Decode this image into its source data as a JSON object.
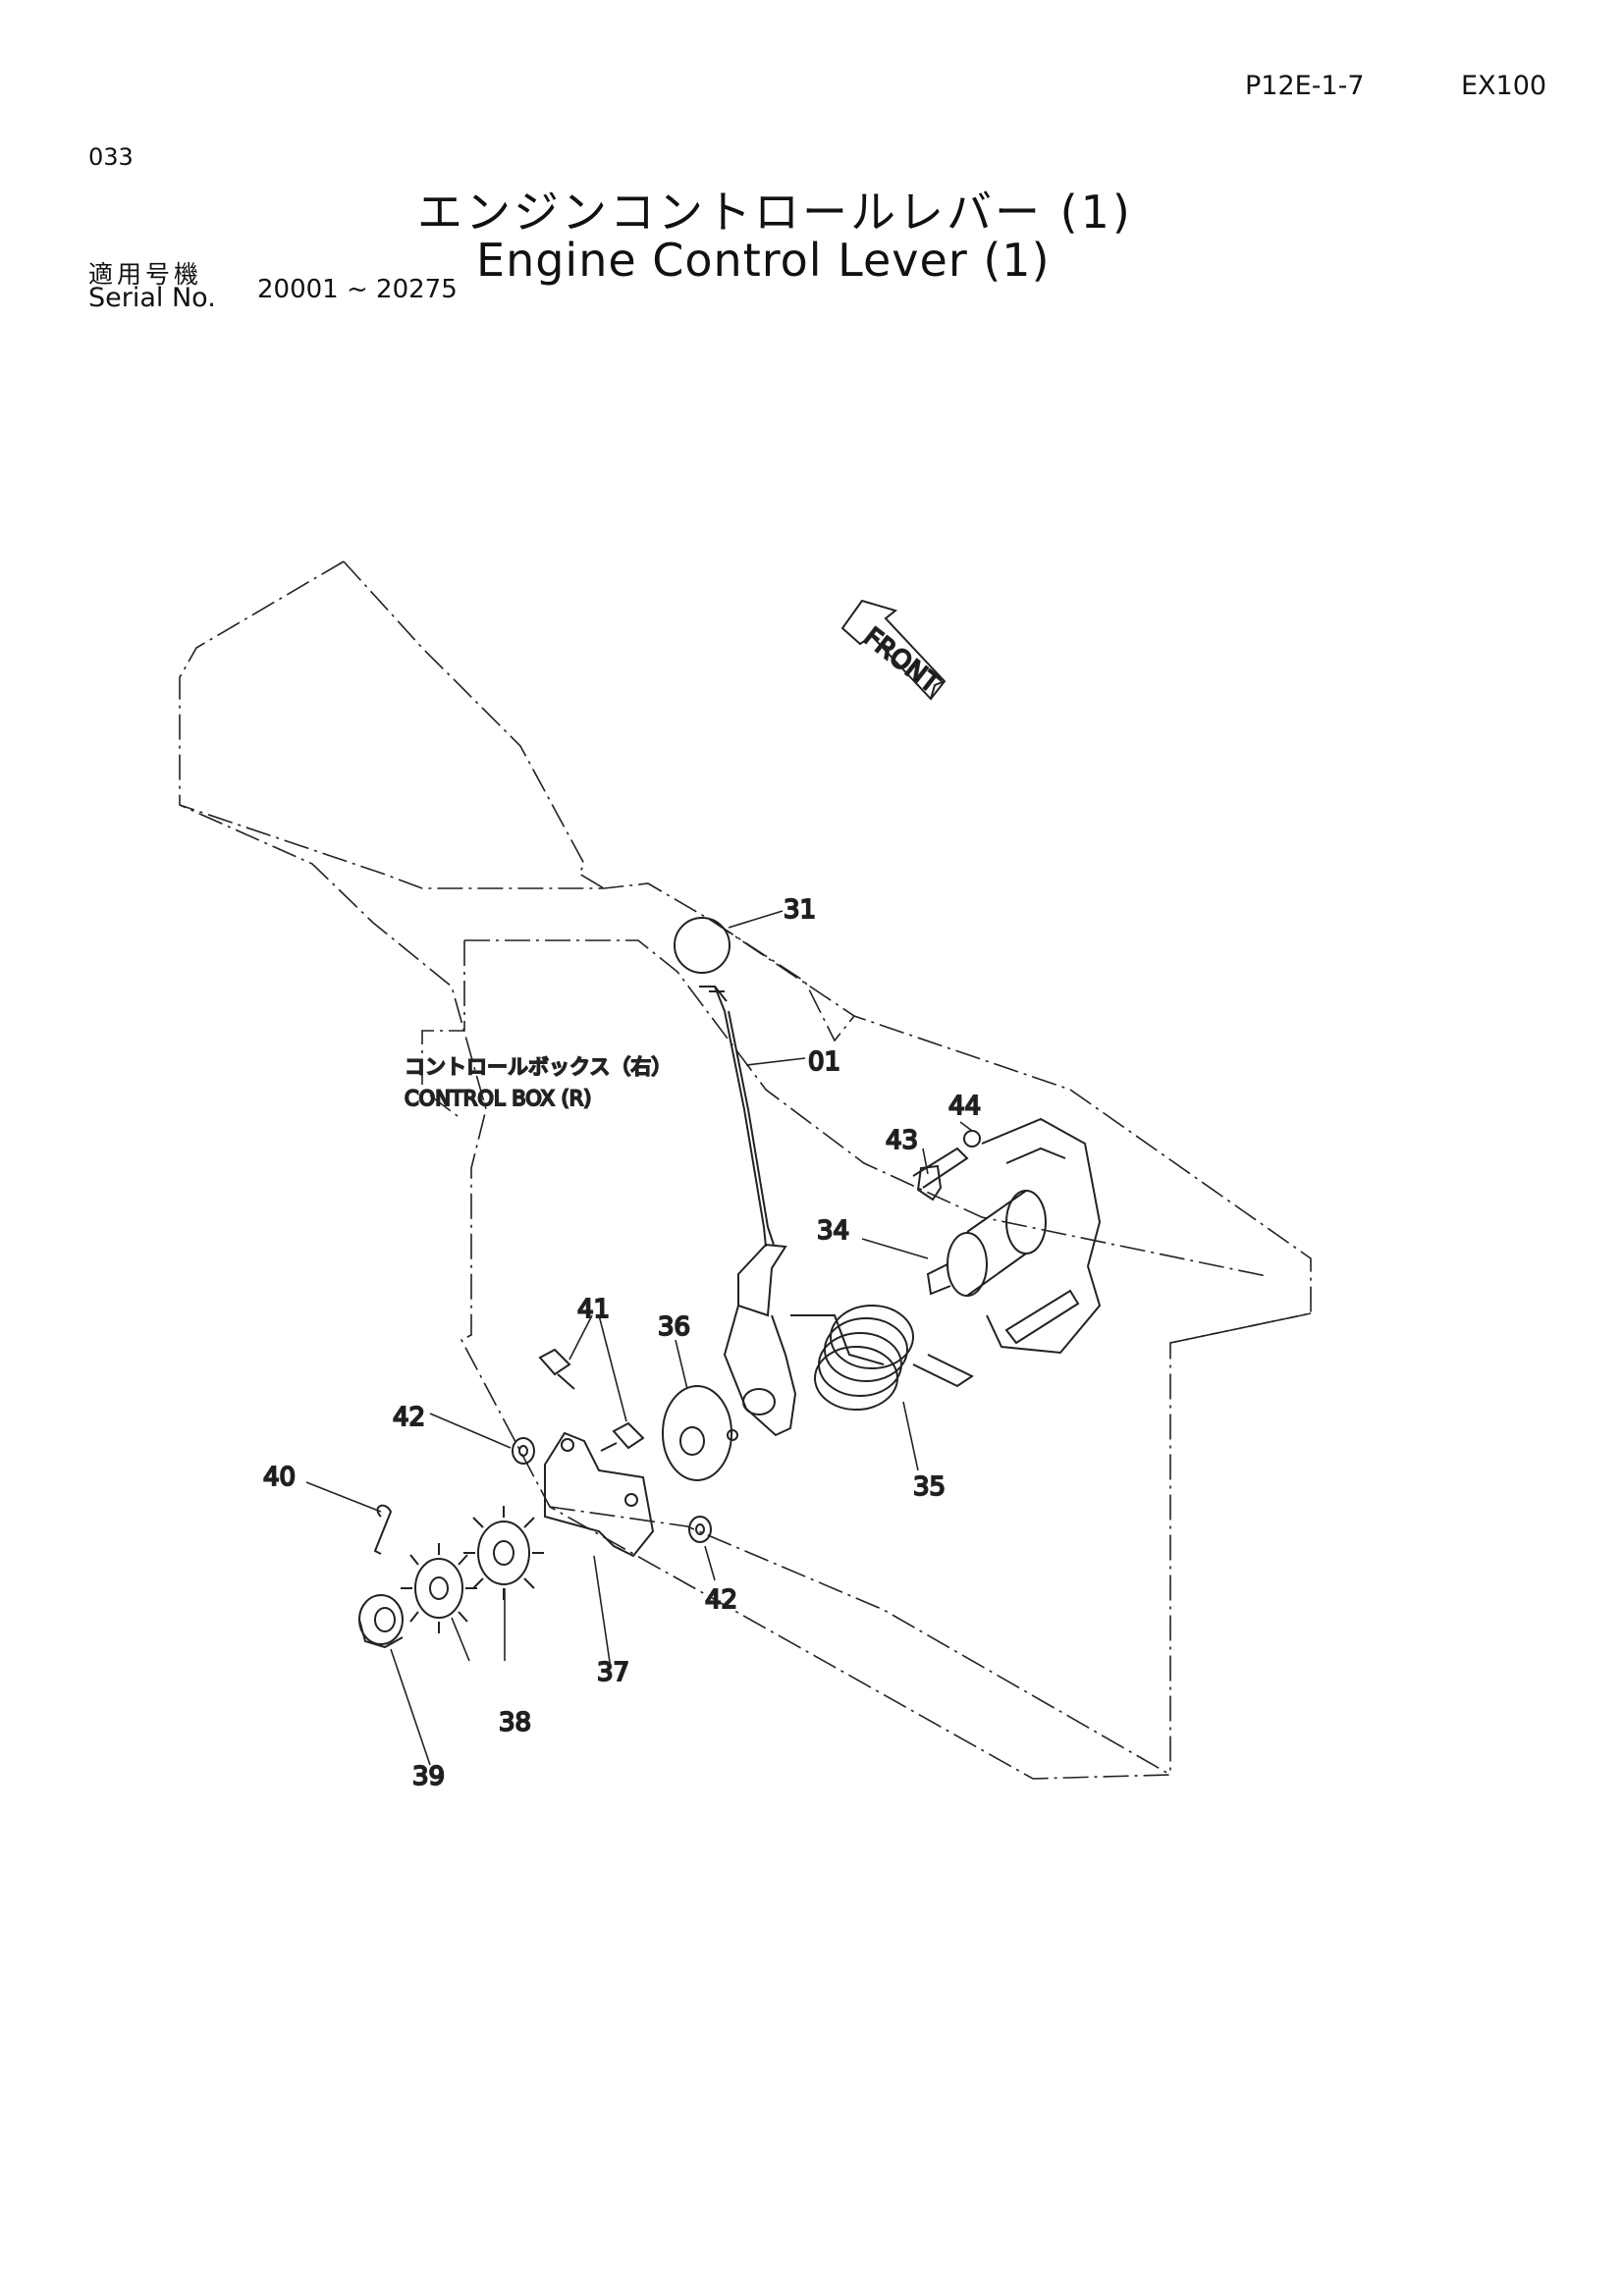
{
  "header": {
    "page_code": "P12E-1-7",
    "model": "EX100",
    "doc_number": "033",
    "title_jp": "エンジンコントロールレバー (1)",
    "title_en": "Engine Control Lever (1)",
    "serial_label_jp": "適用号機",
    "serial_label_en": "Serial No.",
    "serial_range": "20001 ~ 20275"
  },
  "diagram": {
    "front_label": "FRONT",
    "control_box_jp": "コントロールボックス（右）",
    "control_box_en": "CONTROL BOX (R)",
    "callouts": {
      "c31": "31",
      "c01": "01",
      "c44": "44",
      "c43": "43",
      "c34": "34",
      "c41": "41",
      "c36": "36",
      "c42a": "42",
      "c40": "40",
      "c35": "35",
      "c42b": "42",
      "c37": "37",
      "c38": "38",
      "c39": "39"
    }
  }
}
